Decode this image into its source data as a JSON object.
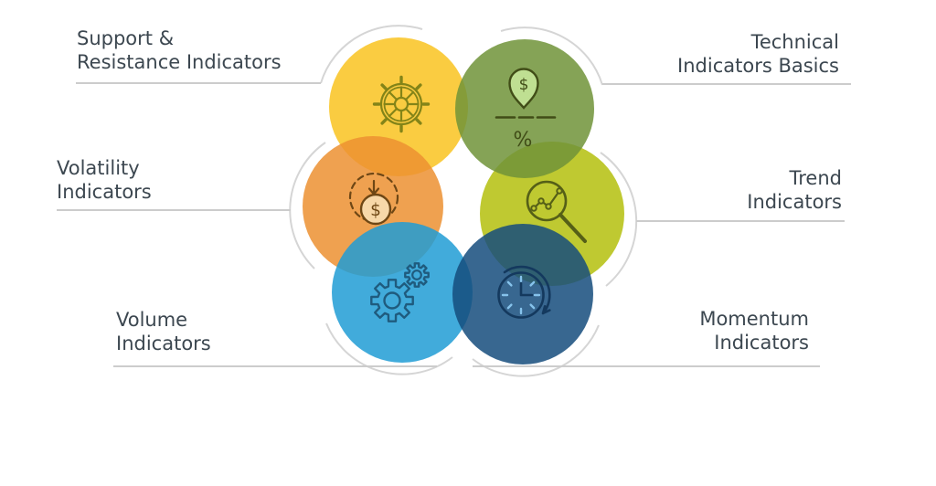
{
  "diagram": {
    "labels": {
      "support": {
        "line1": "Support &",
        "line2": "Resistance Indicators"
      },
      "technical": {
        "line1": "Technical",
        "line2": "Indicators Basics"
      },
      "volatility": {
        "line1": "Volatility",
        "line2": "Indicators"
      },
      "trend": {
        "line1": "Trend",
        "line2": "Indicators"
      },
      "volume": {
        "line1": "Volume",
        "line2": "Indicators"
      },
      "momentum": {
        "line1": "Momentum",
        "line2": "Indicators"
      }
    },
    "icon_glyphs": {
      "pin_dollar": "$",
      "coin_dollar": "$",
      "percent_sign": "%"
    },
    "colors": {
      "text": "#3C4750",
      "line": "#CCCCCC",
      "arc": "#D5D5D5",
      "circle_yellow": "#F9C320",
      "circle_green": "#709338",
      "circle_orange": "#EC9131",
      "circle_yellowgreen": "#B4C00D",
      "circle_yellowgreen_surface": "#BFC931",
      "circle_blue": "#209CD5",
      "circle_darkblue": "#154C7C",
      "icon_helm": "#838418",
      "icon_pin_stroke": "#414D17",
      "icon_pin_fill": "#BFDF92",
      "icon_coin_stroke": "#6E4715",
      "icon_coin_fill": "#F7D8A9",
      "icon_magnifier": "#555F17",
      "icon_gears": "#1F5B7E",
      "icon_clock": "#14395E",
      "icon_clock_ticks": "#86C3EC"
    }
  }
}
